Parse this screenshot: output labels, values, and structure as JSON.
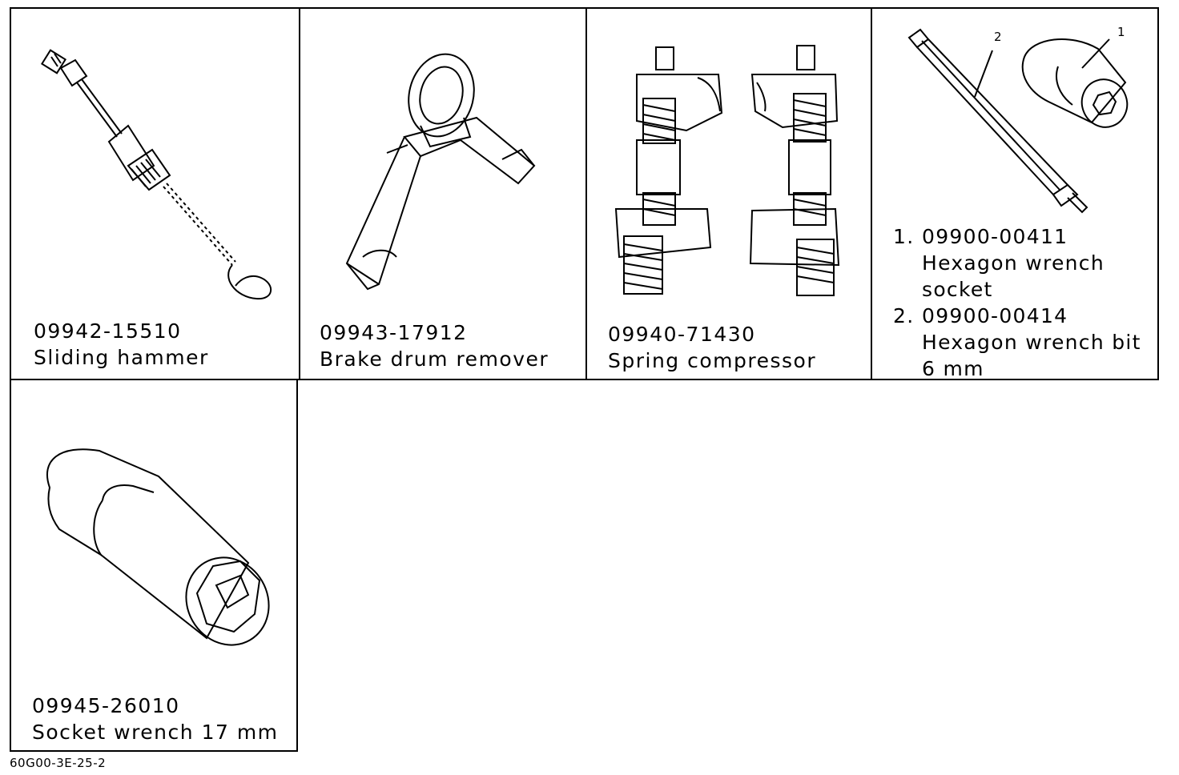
{
  "tools": [
    {
      "part_number": "09942-15510",
      "name": "Sliding hammer",
      "icon": "sliding-hammer-icon"
    },
    {
      "part_number": "09943-17912",
      "name": "Brake drum remover",
      "icon": "brake-drum-remover-icon"
    },
    {
      "part_number": "09940-71430",
      "name": "Spring compressor",
      "icon": "spring-compressor-icon"
    },
    {
      "icon": "hexagon-wrench-set-icon",
      "callouts": [
        "1",
        "2"
      ],
      "items": [
        {
          "num": "1.",
          "part_number": "09900-00411",
          "lines": [
            "Hexagon wrench",
            "socket"
          ]
        },
        {
          "num": "2.",
          "part_number": "09900-00414",
          "lines": [
            "Hexagon wrench bit",
            "6 mm"
          ]
        }
      ]
    },
    {
      "part_number": "09945-26010",
      "name": "Socket wrench 17 mm",
      "icon": "socket-wrench-icon"
    }
  ],
  "figure_ref": "60G00-3E-25-2"
}
